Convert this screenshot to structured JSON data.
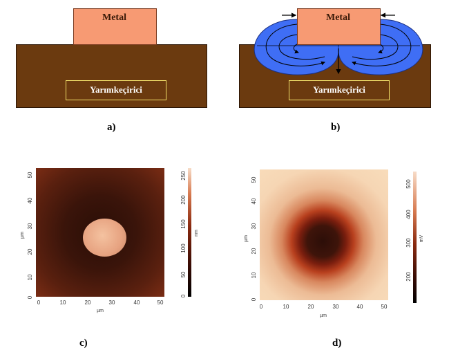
{
  "panel_a": {
    "label": "a)",
    "metal_label": "Metal",
    "semiconductor_label": "Yarımkeçirici",
    "colors": {
      "metal": "#F79A73",
      "substrate": "#6B3A0F",
      "box_border": "#F2E06A"
    }
  },
  "panel_b": {
    "label": "b)",
    "metal_label": "Metal",
    "semiconductor_label": "Yarımkeçirici",
    "colors": {
      "metal": "#F79A73",
      "substrate": "#6B3A0F",
      "depletion": "#3F6EF5"
    }
  },
  "panel_c": {
    "label": "c)",
    "x_unit": "µm",
    "y_unit": "µm",
    "x_ticks": [
      "0",
      "10",
      "20",
      "30",
      "40",
      "50"
    ],
    "y_ticks": [
      "0",
      "10",
      "20",
      "30",
      "40",
      "50"
    ],
    "scale_unit": "nm",
    "scale_ticks": [
      "0",
      "50",
      "100",
      "150",
      "200",
      "250"
    ]
  },
  "panel_d": {
    "label": "d)",
    "x_unit": "µm",
    "y_unit": "µm",
    "x_ticks": [
      "0",
      "10",
      "20",
      "30",
      "40",
      "50"
    ],
    "y_ticks": [
      "0",
      "10",
      "20",
      "30",
      "40",
      "50"
    ],
    "scale_unit": "mV",
    "scale_ticks": [
      "200",
      "300",
      "400",
      "500"
    ]
  }
}
